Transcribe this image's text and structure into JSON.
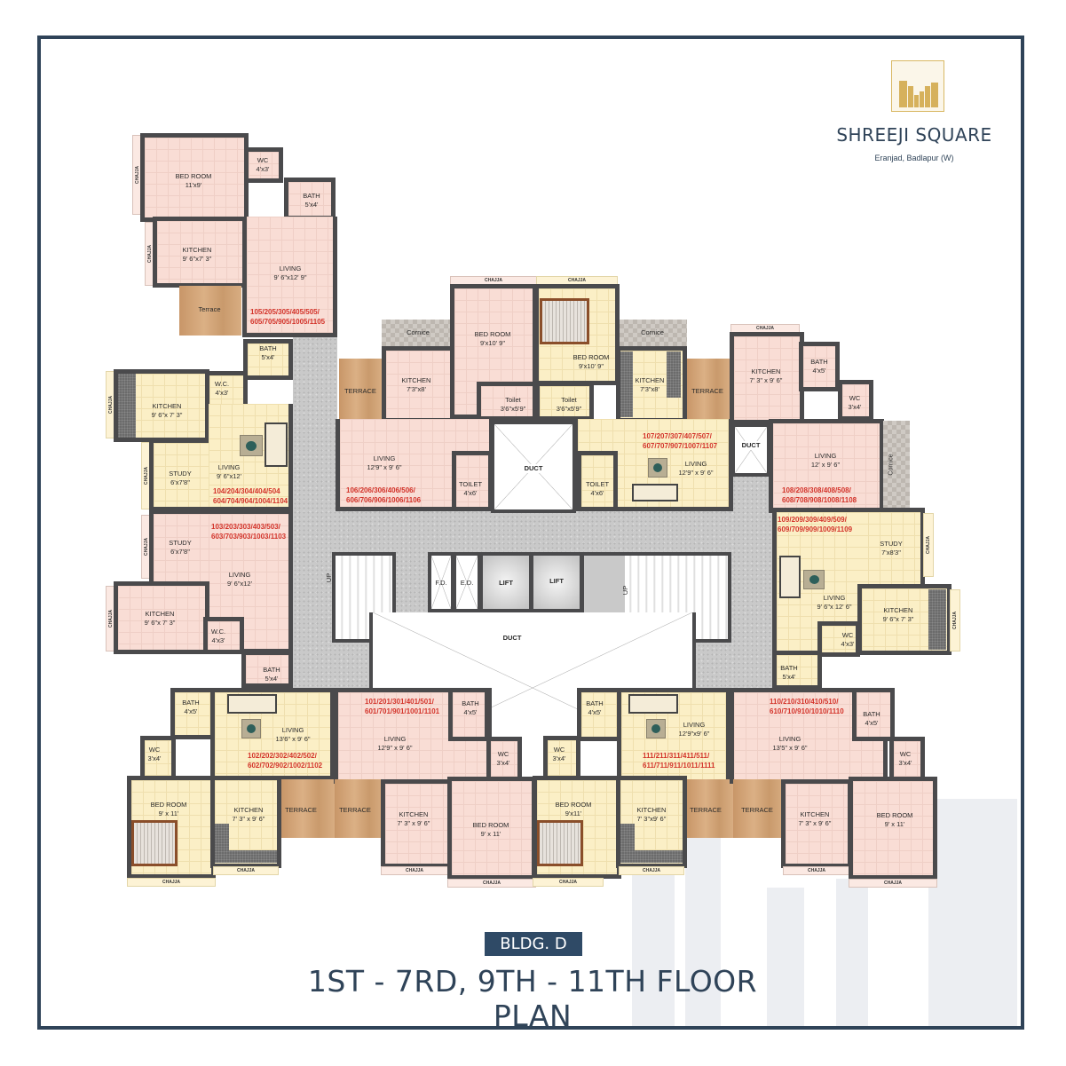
{
  "brand": {
    "name": "SHREEJI SQUARE",
    "location": "Eranjad, Badlapur (W)",
    "logo_color": "#d6b15c"
  },
  "footer": {
    "building": "BLDG. D",
    "title": "1ST - 7RD, 9TH - 11TH FLOOR PLAN"
  },
  "colors": {
    "frame": "#2f4358",
    "unit_number": "#d3332a",
    "wall": "#4a4a4c",
    "pink_flat": "#f9ddd5",
    "yellow_flat": "#fbefc6"
  },
  "core": {
    "fd": "F.D.",
    "ed": "E.D.",
    "lift1": "LIFT",
    "lift2": "LIFT",
    "duct_center": "DUCT",
    "duct_top": "DUCT",
    "duct_right": "DUCT",
    "up_left": "UP",
    "up_right": "UP"
  },
  "flats": {
    "f05": {
      "units": [
        "105/205/305/405/505/",
        "605/705/905/1005/1105"
      ],
      "rooms": {
        "bedroom": [
          "BED ROOM",
          "11'x9'"
        ],
        "wc": [
          "WC",
          "4'x3'"
        ],
        "bath": [
          "BATH",
          "5'x4'"
        ],
        "kitchen": [
          "KITCHEN",
          "9' 6\"x7' 3\""
        ],
        "living": [
          "LIVING",
          "9' 6\"x12' 9\""
        ],
        "terrace": "Terrace",
        "chajja1": "CHAJJA",
        "chajja2": "CHAJJA"
      }
    },
    "f04": {
      "units": [
        "104/204/304/404/504",
        "604/704/904/1004/1104"
      ],
      "rooms": {
        "bath": [
          "BATH",
          "5'x4'"
        ],
        "wc": [
          "W.C.",
          "4'x3'"
        ],
        "kitchen": [
          "KITCHEN",
          "9' 6\"x 7' 3\""
        ],
        "study": [
          "STUDY",
          "6'x7'8\""
        ],
        "living": [
          "LIVING",
          "9' 6\"x12'"
        ],
        "chajja1": "CHAJJA",
        "chajja2": "CHAJJA"
      }
    },
    "f03": {
      "units": [
        "103/203/303/403/503/",
        "603/703/903/1003/1103"
      ],
      "rooms": {
        "study": [
          "STUDY",
          "6'x7'8\""
        ],
        "living": [
          "LIVING",
          "9' 6\"x12'"
        ],
        "kitchen": [
          "KITCHEN",
          "9' 6\"x 7' 3\""
        ],
        "wc": [
          "W.C.",
          "4'x3'"
        ],
        "bath": [
          "BATH",
          "5'x4'"
        ],
        "chajja1": "CHAJJA",
        "chajja2": "CHAJJA"
      }
    },
    "f06": {
      "units": [
        "106/206/306/406/506/",
        "606/706/906/1006/1106"
      ],
      "rooms": {
        "cornice": "Cornice",
        "bedroom": [
          "BED ROOM",
          "9'x10' 9\""
        ],
        "terrace": "TERRACE",
        "kitchen": [
          "KITCHEN",
          "7'3\"x8'"
        ],
        "toilet_small": [
          "Toilet",
          "3'6\"x5'9\""
        ],
        "living": [
          "LIVING",
          "12'9\" x 9' 6\""
        ],
        "toilet": [
          "TOILET",
          "4'x6'"
        ],
        "chajja": "CHAJJA"
      }
    },
    "f07": {
      "units": [
        "107/207/307/407/507/",
        "607/707/907/1007/1107"
      ],
      "rooms": {
        "bedroom": [
          "BED ROOM",
          "9'x10' 9\""
        ],
        "cornice": "Cornice",
        "kitchen": [
          "KITCHEN",
          "7'3\"x8'"
        ],
        "terrace": "TERRACE",
        "toilet_small": [
          "Toilet",
          "3'6\"x5'9\""
        ],
        "living": [
          "LIVING",
          "12'9\" x 9' 6\""
        ],
        "toilet": [
          "TOILET",
          "4'x6'"
        ],
        "chajja": "CHAJJA"
      }
    },
    "f08": {
      "units": [
        "108/208/308/408/508/",
        "608/708/908/1008/1108"
      ],
      "rooms": {
        "kitchen": [
          "KITCHEN",
          "7' 3\" x 9' 6\""
        ],
        "bath": [
          "BATH",
          "4'x5'"
        ],
        "wc": [
          "WC",
          "3'x4'"
        ],
        "living": [
          "LIVING",
          "12' x 9' 6\""
        ],
        "cornice": "Cornice",
        "chajja": "CHAJJA"
      }
    },
    "f09": {
      "units": [
        "109/209/309/409/509/",
        "609/709/909/1009/1109"
      ],
      "rooms": {
        "study": [
          "STUDY",
          "7'x8'3\""
        ],
        "living": [
          "LIVING",
          "9' 6\"x 12' 6\""
        ],
        "kitchen": [
          "KITCHEN",
          "9' 6\"x 7' 3\""
        ],
        "wc": [
          "WC",
          "4'x3'"
        ],
        "bath": [
          "BATH",
          "5'x4'"
        ],
        "chajja1": "CHAJJA",
        "chajja2": "CHAJJA"
      }
    },
    "f02": {
      "units": [
        "102/202/302/402/502/",
        "602/702/902/1002/1102"
      ],
      "rooms": {
        "bath": [
          "BATH",
          "4'x5'"
        ],
        "living": [
          "LIVING",
          "13'6\" x 9' 6\""
        ],
        "wc": [
          "WC",
          "3'x4'"
        ],
        "bedroom": [
          "BED ROOM",
          "9' x 11'"
        ],
        "kitchen": [
          "KITCHEN",
          "7' 3\" x 9' 6\""
        ],
        "terrace": "TERRACE",
        "chajja1": "CHAJJA",
        "chajja2": "CHAJJA"
      }
    },
    "f01": {
      "units": [
        "101/201/301/401/501/",
        "601/701/901/1001/1101"
      ],
      "rooms": {
        "living": [
          "LIVING",
          "12'9\" x 9' 6\""
        ],
        "bath": [
          "BATH",
          "4'x5'"
        ],
        "wc": [
          "WC",
          "3'x4'"
        ],
        "terrace": "TERRACE",
        "kitchen": [
          "KITCHEN",
          "7' 3\" x 9' 6\""
        ],
        "bedroom": [
          "BED ROOM",
          "9' x 11'"
        ],
        "chajja1": "CHAJJA",
        "chajja2": "CHAJJA"
      }
    },
    "f11": {
      "units": [
        "111/211/311/411/511/",
        "611/711/911/1011/1111"
      ],
      "rooms": {
        "bath": [
          "BATH",
          "4'x5'"
        ],
        "living": [
          "LIVING",
          "12'9\"x9' 6\""
        ],
        "wc": [
          "WC",
          "3'x4'"
        ],
        "bedroom": [
          "BED ROOM",
          "9'x11'"
        ],
        "kitchen": [
          "KITCHEN",
          "7' 3\"x9' 6\""
        ],
        "terrace": "TERRACE",
        "chajja1": "CHAJJA",
        "chajja2": "CHAJJA"
      }
    },
    "f10": {
      "units": [
        "110/210/310/410/510/",
        "610/710/910/1010/1110"
      ],
      "rooms": {
        "living": [
          "LIVING",
          "13'5\" x 9' 6\""
        ],
        "bath": [
          "BATH",
          "4'x5'"
        ],
        "wc": [
          "WC",
          "3'x4'"
        ],
        "terrace": "TERRACE",
        "kitchen": [
          "KITCHEN",
          "7' 3\" x 9' 6\""
        ],
        "bedroom": [
          "BED ROOM",
          "9' x 11'"
        ],
        "chajja1": "CHAJJA",
        "chajja2": "CHAJJA"
      }
    }
  }
}
